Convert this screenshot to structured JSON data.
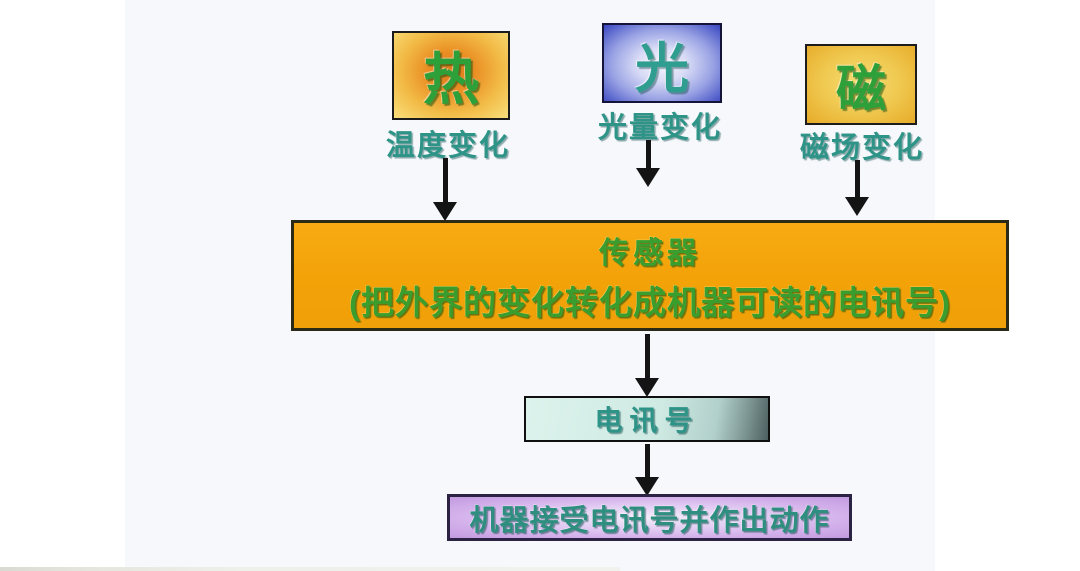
{
  "diagram": {
    "title_implicit": "传感器原理流程图",
    "nodes": {
      "heat": {
        "label": "热",
        "caption": "温度变化"
      },
      "light": {
        "label": "光",
        "caption": "光量变化"
      },
      "magnet": {
        "label": "磁",
        "caption": "磁场变化"
      },
      "sensor": {
        "title": "传感器",
        "subtitle": "(把外界的变化转化成机器可读的电讯号)"
      },
      "signal": {
        "label": "电讯号"
      },
      "action": {
        "label": "机器接受电讯号并作出动作"
      }
    },
    "arrows": {
      "count": 5,
      "direction": "down",
      "color": "#141414"
    },
    "colors": {
      "stage_background": "#f6f8fc",
      "page_background": "#ffffff",
      "heat_box_center": "#e0771a",
      "heat_box_edge": "#f8e07c",
      "light_box_center": "#f6f4fd",
      "light_box_edge": "#3a46ba",
      "magnet_box_center": "#f6dc74",
      "magnet_box_edge": "#e7ab28",
      "sensor_box_fill": "#f3a208",
      "signal_box_fill_left": "#dcf3ec",
      "signal_box_fill_right": "#4d5f60",
      "action_box_fill_center": "#f4edfa",
      "action_box_fill_edge": "#c29ae0",
      "green_text": "#3a9e2e",
      "teal_text": "#2e9488",
      "box_border": "#1c1c1c"
    }
  }
}
